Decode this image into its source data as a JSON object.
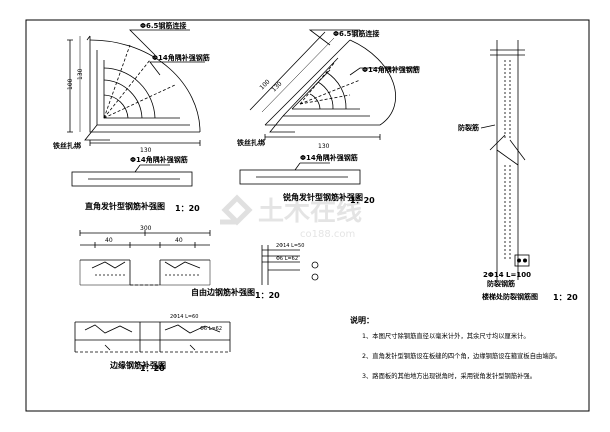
{
  "panel_a": {
    "label_tie": "Φ6.5钢筋连接",
    "label_bar": "Φ14角隅补强钢筋",
    "label_wire": "铁丝扎绑",
    "dim_side": "100",
    "dim_inner": "130",
    "dim_bottom": "130",
    "caption": "直角发针型钢筋补强图",
    "scale": "1：20"
  },
  "panel_b": {
    "label_tie": "Φ6.5钢筋连接",
    "label_bar": "Φ14角隅补强钢筋",
    "label_wire": "铁丝扎绑",
    "label_bar2": "Φ14角隅补强钢筋",
    "dim_side": "100",
    "dim_inner": "130",
    "dim_bottom": "130",
    "caption": "锐角发针型钢筋补强图",
    "scale": "1：20"
  },
  "panel_c": {
    "label_crack": "防裂筋",
    "label_bar": "2Φ14 L=100",
    "label_bar2": "防裂钢筋",
    "caption": "楼梯处防裂钢筋图",
    "scale": "1：20"
  },
  "panel_d": {
    "dim_top": "300",
    "dim_a": "40",
    "dim_b": "40",
    "caption": "自由边钢筋补强图",
    "scale": "1：20"
  },
  "panel_e": {
    "label_top": "2Φ14 L=60",
    "label_mid": "Φ6 L=62",
    "caption": "边缘钢筋补强图",
    "scale": "1：20"
  },
  "panel_f": {
    "label_top": "2Φ14 L=50",
    "label_mid": "Φ6 L=62"
  },
  "notes": {
    "title": "说明：",
    "items": [
      "1、本图尺寸除钢筋直径以毫米计外，其余尺寸均以厘米计。",
      "2、直角发针型钢筋设在板缝的四个角，边缘钢筋设在箍宣板自由端部。",
      "3、路面板的其他地方出现锐角时，采用锐角发针型钢筋补强。"
    ]
  },
  "watermark": {
    "text": "土木在线",
    "sub": "co188.com"
  },
  "colors": {
    "ink": "#000000",
    "watermark": "#d0d0d0"
  }
}
